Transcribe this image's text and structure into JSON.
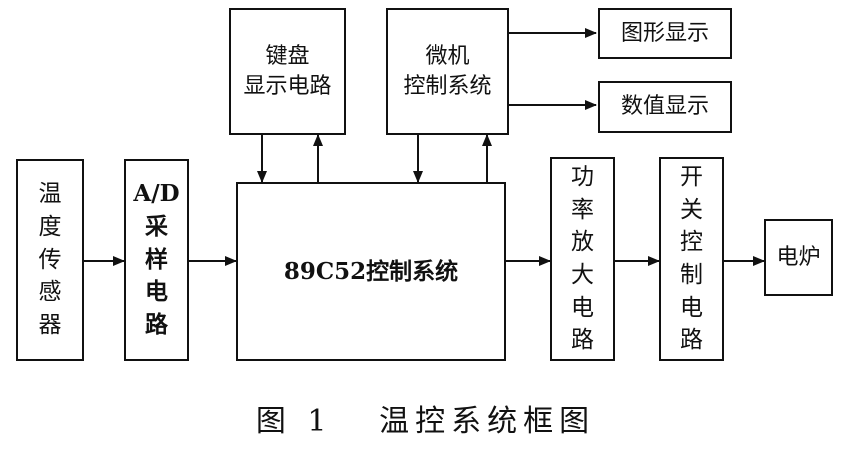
{
  "diagram": {
    "boxes": {
      "temp_sensor": "温\n度\n传\n感\n器",
      "ad_sampling": "A/D\n采\n样\n电\n路",
      "keyboard_display": "键盘\n显示电路",
      "microcomputer": "微机\n控制系统",
      "graphic_display": "图形显示",
      "numeric_display": "数值显示",
      "main_controller": "89C52控制系统",
      "power_amp": "功\n率\n放\n大\n电\n路",
      "switch_control": "开\n关\n控\n制\n电\n路",
      "furnace": "电炉"
    },
    "caption": "图 1   温控系统框图"
  }
}
